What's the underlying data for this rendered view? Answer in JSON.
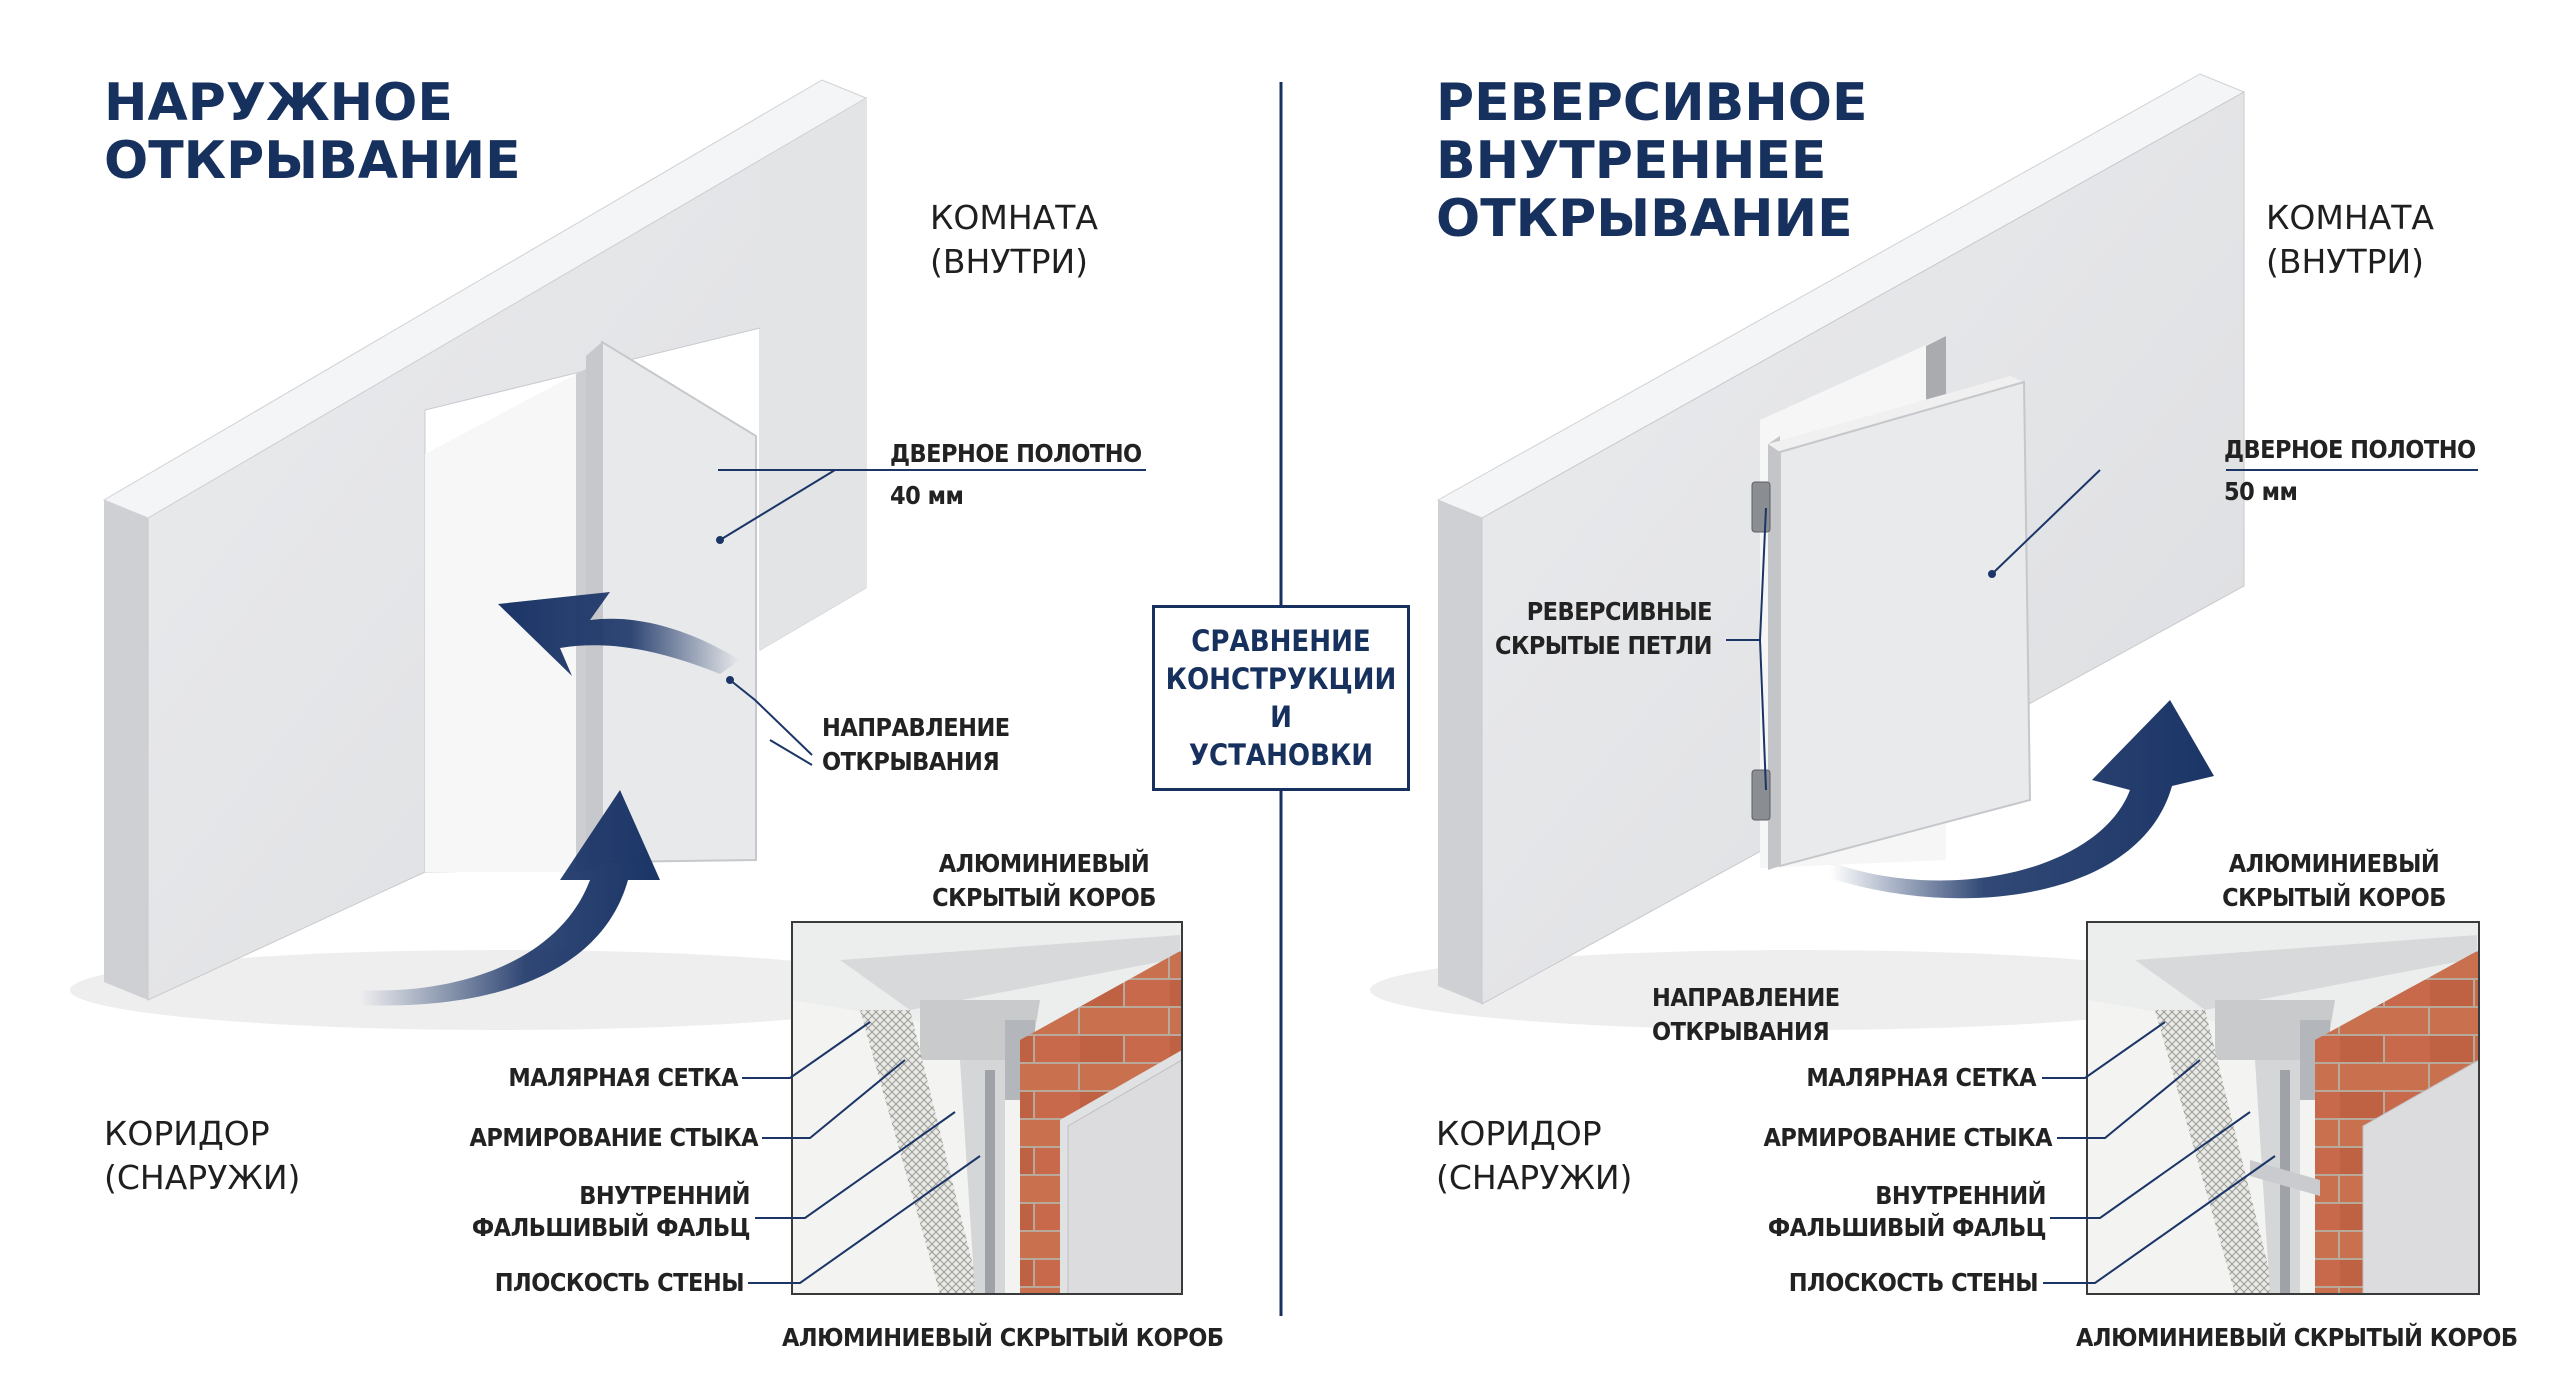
{
  "left_panel": {
    "title": [
      "НАРУЖНОЕ",
      "ОТКРЫВАНИЕ"
    ],
    "room_label": [
      "КОМНАТА",
      "(ВНУТРИ)"
    ],
    "corridor_label": [
      "КОРИДОР",
      "(СНАРУЖИ)"
    ],
    "door_leaf_label": "ДВЕРНОЕ ПОЛОТНО",
    "door_leaf_thickness": "40 мм",
    "direction_label": [
      "НАПРАВЛЕНИЕ",
      "ОТКРЫВАНИЯ"
    ],
    "inset_title": [
      "АЛЮМИНИЕВЫЙ",
      "СКРЫТЫЙ КОРОБ"
    ],
    "inset_caption": "АЛЮМИНИЕВЫЙ СКРЫТЫЙ КОРОБ",
    "callouts": [
      "МАЛЯРНАЯ СЕТКА",
      "АРМИРОВАНИЕ СТЫКА",
      "ВНУТРЕННИЙ",
      "ФАЛЬШИВЫЙ ФАЛЬЦ",
      "ПЛОСКОСТЬ СТЕНЫ"
    ]
  },
  "right_panel": {
    "title": [
      "РЕВЕРСИВНОЕ",
      "ВНУТРЕННЕЕ",
      "ОТКРЫВАНИЕ"
    ],
    "room_label": [
      "КОМНАТА",
      "(ВНУТРИ)"
    ],
    "corridor_label": [
      "КОРИДОР",
      "(СНАРУЖИ)"
    ],
    "door_leaf_label": "ДВЕРНОЕ ПОЛОТНО",
    "door_leaf_thickness": "50 мм",
    "hinges_label": [
      "РЕВЕРСИВНЫЕ",
      "СКРЫТЫЕ ПЕТЛИ"
    ],
    "direction_label": [
      "НАПРАВЛЕНИЕ",
      "ОТКРЫВАНИЯ"
    ],
    "inset_title": [
      "АЛЮМИНИЕВЫЙ",
      "СКРЫТЫЙ КОРОБ"
    ],
    "inset_caption": "АЛЮМИНИЕВЫЙ СКРЫТЫЙ КОРОБ",
    "callouts": [
      "МАЛЯРНАЯ СЕТКА",
      "АРМИРОВАНИЕ СТЫКА",
      "ВНУТРЕННИЙ",
      "ФАЛЬШИВЫЙ ФАЛЬЦ",
      "ПЛОСКОСТЬ СТЕНЫ"
    ]
  },
  "center": {
    "comparison_label": "СРАВНЕНИЕ\nКОНСТРУКЦИИ\nИ\nУСТАНОВКИ"
  },
  "colors": {
    "title_navy": "#17315e",
    "arrow_navy": "#1b3567",
    "wall_light": "#e6e7e9",
    "brick": "#c8694a"
  }
}
